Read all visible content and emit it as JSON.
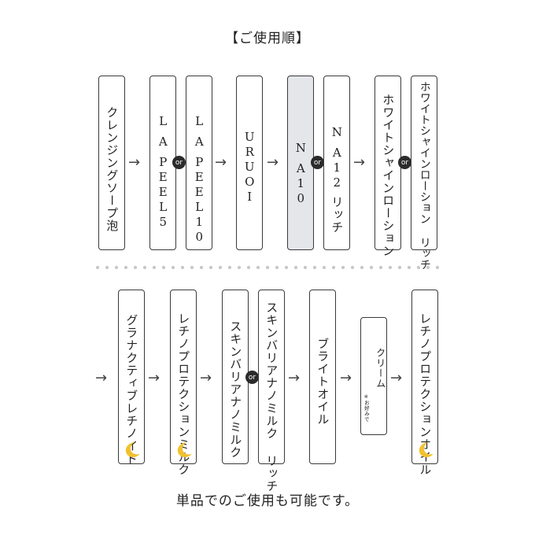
{
  "title": "【ご使用順】",
  "row1": {
    "steps": [
      {
        "label": "クレンジングソープ泡"
      },
      {
        "label": "LA PEEL5"
      },
      {
        "label": "LA PEEL10"
      },
      {
        "label": "URUOI"
      },
      {
        "label": "NA10"
      },
      {
        "label": "NA12 リッチ"
      },
      {
        "label": "ホワイトシャインローション"
      },
      {
        "label": "ホワイトシャインローション リッチ"
      }
    ]
  },
  "row2": {
    "steps": [
      {
        "label": "グラナクティブレチノイド"
      },
      {
        "label": "レチノプロテクションミルク"
      },
      {
        "label": "スキンバリアナノミルク"
      },
      {
        "label": "スキンバリアナノミルク リッチ"
      },
      {
        "label": "ブライトオイル"
      },
      {
        "label": "クリーム",
        "note": "※お好みで"
      },
      {
        "label": "レチノプロテクションオイル"
      }
    ]
  },
  "or_label": "or",
  "arrow_glyph": "→",
  "footer": "単品でのご使用も可能です。",
  "icons": {
    "night": "crescent-moon-icon"
  },
  "colors": {
    "highlight_box": "#e4e6ea",
    "moon": "#f2c12e",
    "or_badge": "#2b2b2b"
  }
}
